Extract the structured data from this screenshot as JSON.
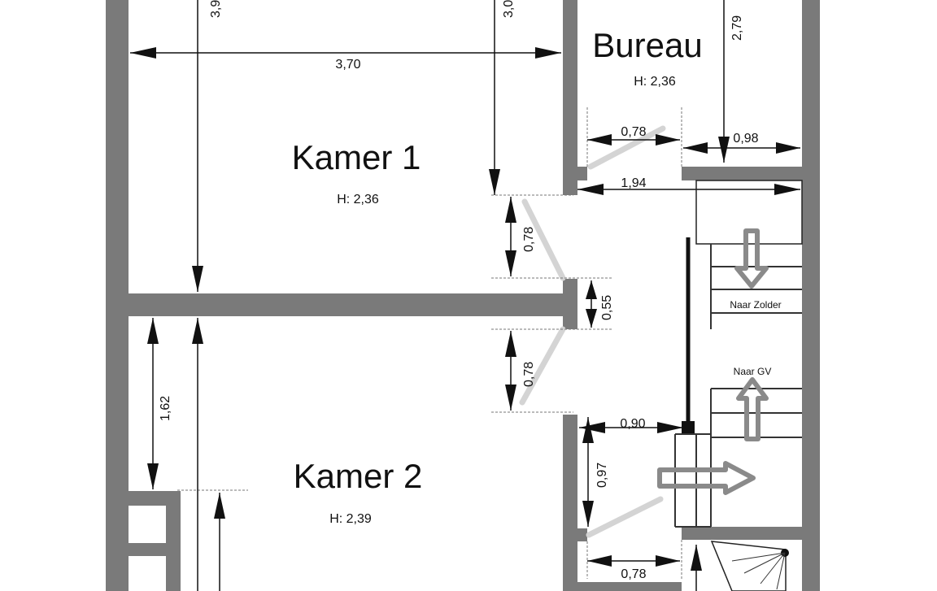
{
  "rooms": {
    "kamer1": {
      "name": "Kamer 1",
      "height": "H: 2,36"
    },
    "kamer2": {
      "name": "Kamer 2",
      "height": "H: 2,39"
    },
    "bureau": {
      "name": "Bureau",
      "height": "H: 2,36"
    }
  },
  "dimensions": {
    "kamer1_width": "3,70",
    "kamer1_depth_left": "3,9",
    "kamer1_depth_right": "3,0",
    "bureau_depth": "2,79",
    "bureau_door": "0,78",
    "bureau_right_gap": "0,98",
    "landing_width": "1,94",
    "door_kamer1": "0,78",
    "wall_between_doors": "0,55",
    "door_kamer2": "0,78",
    "kamer2_niche": "1,62",
    "landing_to_stair": "0,90",
    "bathroom_door_offset": "0,97",
    "bathroom_door": "0,78"
  },
  "stairs": {
    "to_attic": "Naar Zolder",
    "to_ground": "Naar GV"
  },
  "colors": {
    "wall": "#7a7a7a",
    "door_swing": "#d4d4d4",
    "arrow_outline": "#8a8a8a"
  }
}
